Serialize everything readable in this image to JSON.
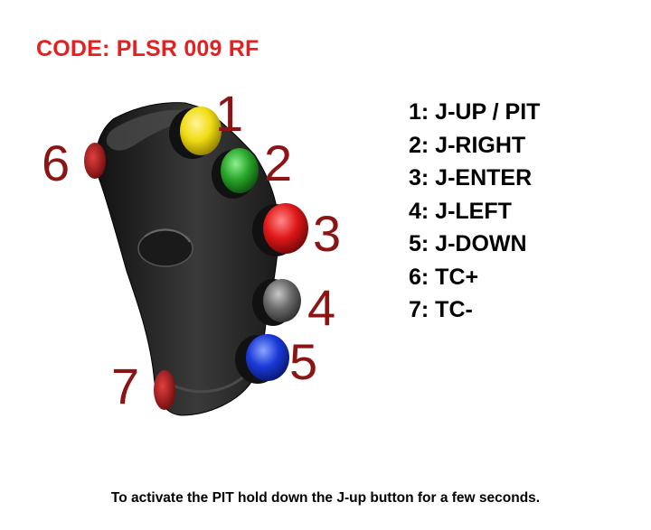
{
  "header": {
    "code": "CODE: PLSR 009 RF"
  },
  "diagram": {
    "buttons": [
      {
        "number": "1",
        "color": "#f0dc14"
      },
      {
        "number": "2",
        "color": "#2aa62a"
      },
      {
        "number": "3",
        "color": "#e01818"
      },
      {
        "number": "4",
        "color": "#6a6a6a"
      },
      {
        "number": "5",
        "color": "#1a3ad8"
      },
      {
        "number": "6",
        "color": "#b01616"
      },
      {
        "number": "7",
        "color": "#b01616"
      }
    ],
    "body_color": "#2a2a2a",
    "callout_color": "#8b1414"
  },
  "legend": [
    "1: J-UP / PIT",
    "2: J-RIGHT",
    "3: J-ENTER",
    "4: J-LEFT",
    "5: J-DOWN",
    "6: TC+",
    "7: TC-"
  ],
  "footer": {
    "note": "To activate the PIT hold down the J-up button for a few seconds."
  }
}
